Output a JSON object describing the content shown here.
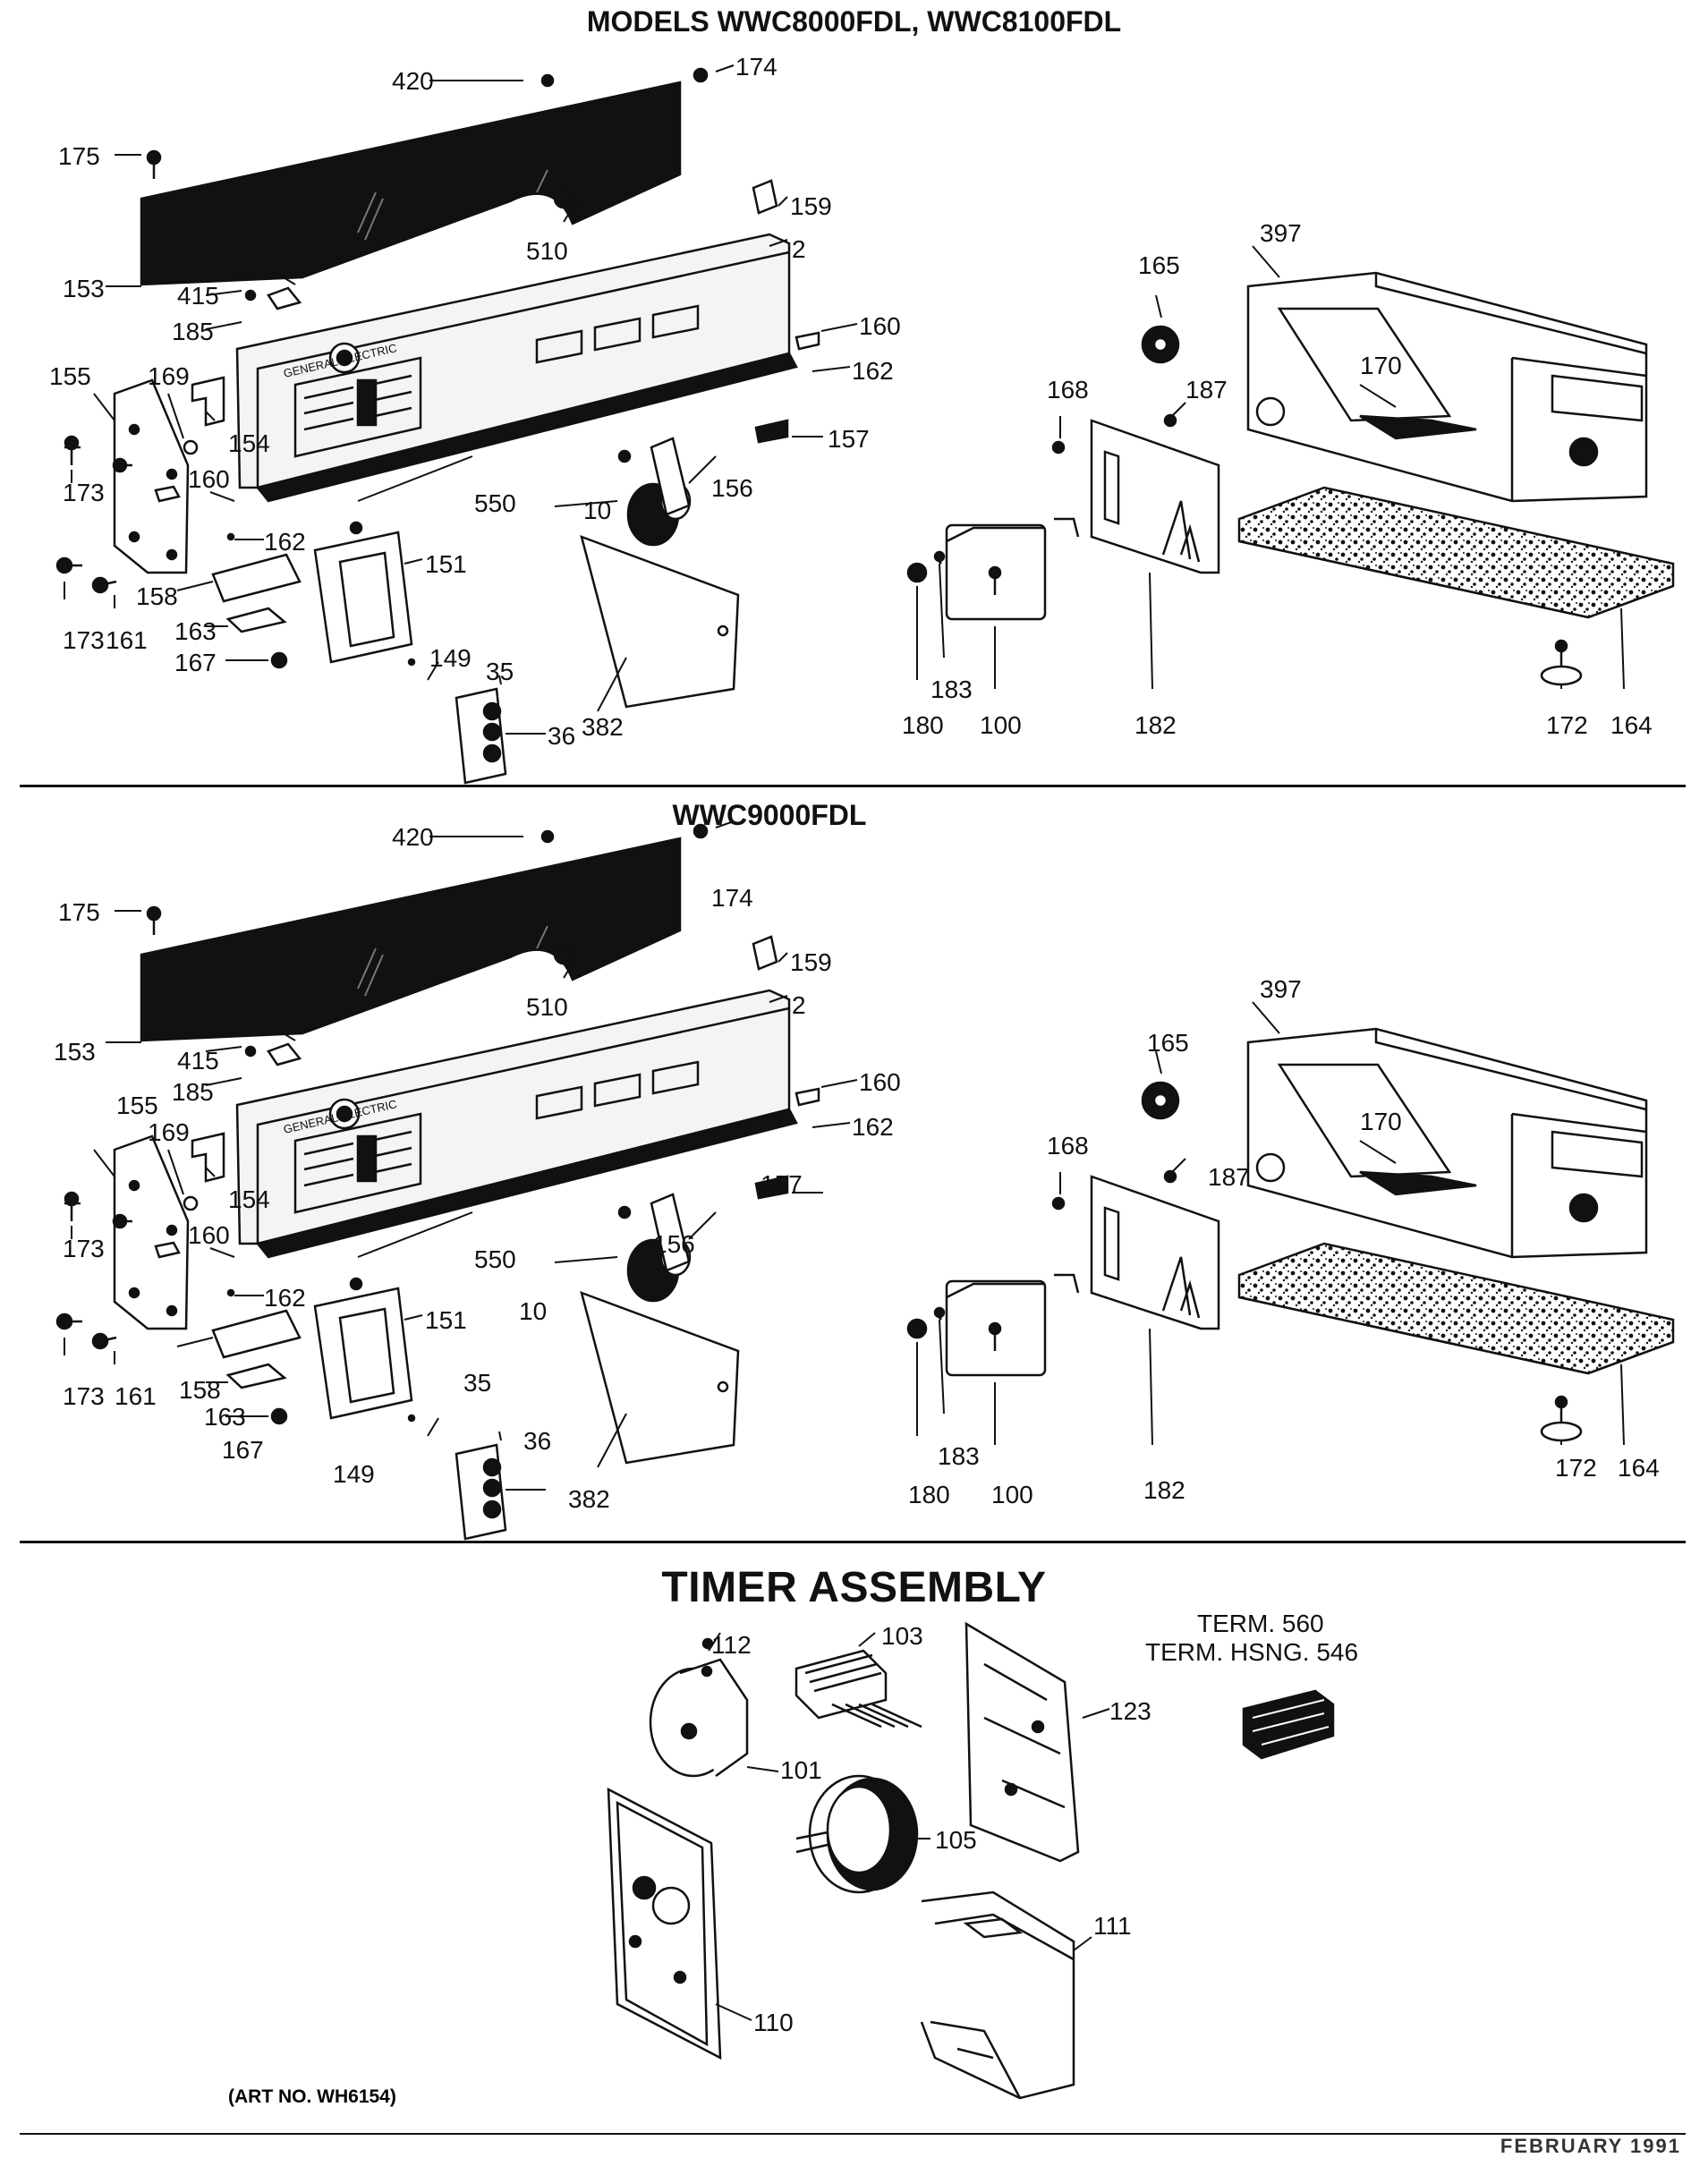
{
  "titles": {
    "top": "MODELS WWC8000FDL, WWC8100FDL",
    "middle": "WWC9000FDL",
    "bottom": "TIMER ASSEMBLY"
  },
  "art_no": "(ART NO. WH6154)",
  "footer": "FEBRUARY 1991",
  "brand": "GENERAL ELECTRIC",
  "colors": {
    "ink": "#111111",
    "paper": "#ffffff",
    "panel_fill": "#f4f4f4"
  },
  "section_a_labels": {
    "l420": "420",
    "l174": "174",
    "l175": "175",
    "l510": "510",
    "l159": "159",
    "l2": "2",
    "l153": "153",
    "l415": "415",
    "l185": "185",
    "l160a": "160",
    "l162a": "162",
    "l155": "155",
    "l169": "169",
    "l154": "154",
    "l157": "157",
    "l173a": "173",
    "l160b": "160",
    "l550": "550",
    "l156": "156",
    "l10": "10",
    "l162b": "162",
    "l151": "151",
    "l173b": "173",
    "l161": "161",
    "l158": "158",
    "l163": "163",
    "l167": "167",
    "l149": "149",
    "l35": "35",
    "l36": "36",
    "l382": "382",
    "l397": "397",
    "l165": "165",
    "l170": "170",
    "l168": "168",
    "l187": "187",
    "l180": "180",
    "l183": "183",
    "l100": "100",
    "l182": "182",
    "l172": "172",
    "l164": "164"
  },
  "section_b_labels": {
    "l420": "420",
    "l174": "174",
    "l175": "175",
    "l510": "510",
    "l159": "159",
    "l2": "2",
    "l153": "153",
    "l415": "415",
    "l185": "185",
    "l160a": "160",
    "l162a": "162",
    "l155": "155",
    "l169": "169",
    "l154": "154",
    "l157": "157",
    "l173a": "173",
    "l160b": "160",
    "l550": "550",
    "l156": "156",
    "l10": "10",
    "l162b": "162",
    "l151": "151",
    "l173b": "173",
    "l161": "161",
    "l158": "158",
    "l163": "163",
    "l167": "167",
    "l149": "149",
    "l35": "35",
    "l36": "36",
    "l382": "382",
    "l397": "397",
    "l165": "165",
    "l170": "170",
    "l168": "168",
    "l187": "187",
    "l180": "180",
    "l183": "183",
    "l100": "100",
    "l182": "182",
    "l172": "172",
    "l164": "164"
  },
  "timer_labels": {
    "l112": "112",
    "l103": "103",
    "l123": "123",
    "term560": "TERM. 560",
    "termhsng": "TERM. HSNG. 546",
    "l101": "101",
    "l105": "105",
    "l111": "111",
    "l110": "110"
  }
}
